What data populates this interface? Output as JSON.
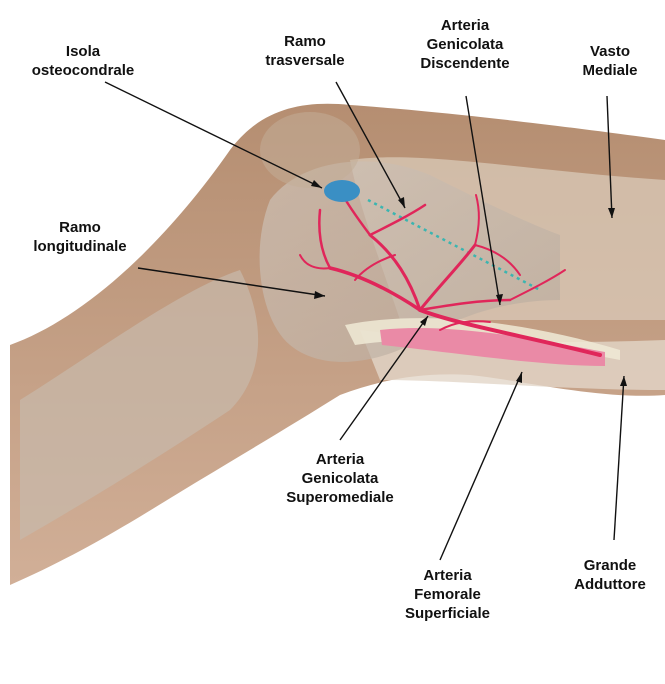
{
  "labels": {
    "isola": [
      "Isola",
      "osteocondrale"
    ],
    "ramo_trasversale": [
      "Ramo",
      "trasversale"
    ],
    "arteria_gen_disc": [
      "Arteria",
      "Genicolata",
      "Discendente"
    ],
    "vasto_mediale": [
      "Vasto",
      "Mediale"
    ],
    "ramo_longitudinale": [
      "Ramo",
      "longitudinale"
    ],
    "arteria_gen_sup": [
      "Arteria",
      "Genicolata",
      "Superomediale"
    ],
    "arteria_fem_sup": [
      "Arteria",
      "Femorale",
      "Superficiale"
    ],
    "grande_adduttore": [
      "Grande",
      "Adduttore"
    ]
  },
  "colors": {
    "skin_outer": "#b88a6a",
    "skin_inner": "#c9a68c",
    "bone": "#d6ccc2",
    "artery": "#e0265a",
    "island": "#3a8fc4",
    "dotted_line": "#3bb5b0",
    "muscle_band": "#ea8aa6",
    "leader": "#111111"
  },
  "icons": {
    "island_shape": "blue-ellipse-icon",
    "artery_tree": "branching-vessel-icon"
  }
}
